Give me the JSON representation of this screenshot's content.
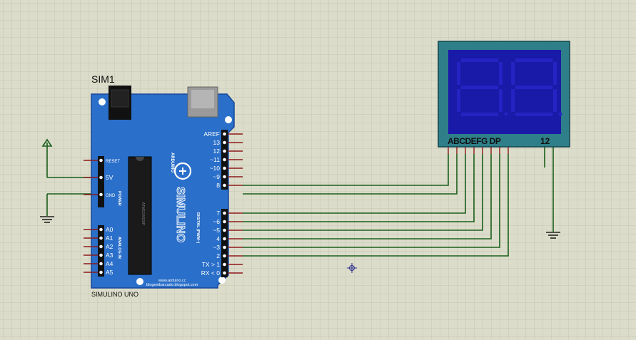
{
  "colors": {
    "background": "#dcdcca",
    "grid": "#c4c4b2",
    "board": "#2a6fc9",
    "board_edge": "#17479a",
    "wire": "#1a5e1a",
    "pin": "#8b1a1a",
    "display_frame": "#2e7f89",
    "display_panel": "#1a1aa8",
    "segment_off": "#2424c4"
  },
  "labels": {
    "sim_ref": "SIM1",
    "board_name": "SIMULINO UNO",
    "brand_logo": "SIMULINO",
    "brand_small": "ARDUINO",
    "url1": "www.arduino.cc",
    "url2": "blogembarcado.blogspot.com",
    "power_header": "POWER",
    "analog_header": "ANALOG IN",
    "digital_header": "DIGITAL (PWM~)",
    "chip_text": "ATMEGA328P"
  },
  "power_pins": [
    "RESET",
    "5V",
    "GND"
  ],
  "analog_pins": [
    "A0",
    "A1",
    "A2",
    "A3",
    "A4",
    "A5"
  ],
  "digital_top_pins": [
    "AREF",
    "13",
    "12",
    "~11",
    "~10",
    "~9",
    "8"
  ],
  "digital_bottom_pins": [
    "7",
    "~6",
    "~5",
    "4",
    "~3",
    "2",
    "TX > 1",
    "RX < 0"
  ],
  "display": {
    "segment_label": "ABCDEFG DP",
    "digit_label": "12",
    "segment_pins": [
      "A",
      "B",
      "C",
      "D",
      "E",
      "F",
      "G",
      "DP"
    ],
    "digit_pins": [
      "1",
      "2"
    ]
  }
}
